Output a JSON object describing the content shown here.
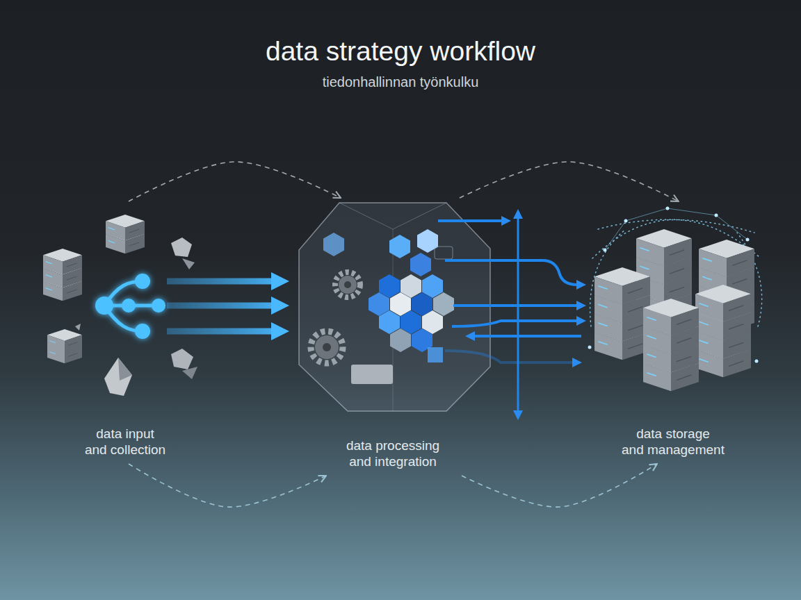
{
  "diagram": {
    "title": "data strategy workflow",
    "nodes": [
      {
        "text": [
          "data input and collection"
        ]
      },
      {
        "text": [
          "data processing and integration"
        ]
      },
      {
        "text": [
          "data storage and management"
        ]
      }
    ],
    "edges": [
      {
        "from": 0,
        "to": 1,
        "arrow": "to"
      },
      {
        "from": 1,
        "to": 2,
        "arrow": "to"
      },
      {
        "from": 0,
        "to": 1,
        "arrow": "to"
      },
      {
        "from": 1,
        "to": 2,
        "arrow": "to"
      }
    ],
    "labels": [
      "tiedonhallinnan työnkulku"
    ]
  }
}
